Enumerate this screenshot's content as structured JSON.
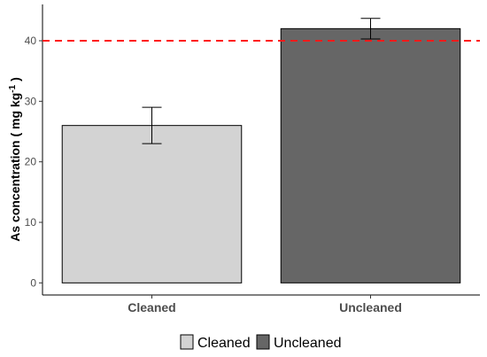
{
  "chart_data": {
    "type": "bar",
    "categories": [
      "Cleaned",
      "Uncleaned"
    ],
    "values": [
      26,
      42
    ],
    "error": [
      3,
      1.7
    ],
    "colors": [
      "#d3d3d3",
      "#666666"
    ],
    "reference_line": {
      "value": 40,
      "color": "#ff1a1a",
      "style": "dashed"
    },
    "title": "",
    "xlabel": "",
    "ylabel": {
      "prefix": "As concentration ( mg kg",
      "superscript": "-1",
      "suffix": " )"
    },
    "yticks": [
      0,
      10,
      20,
      30,
      40
    ],
    "ylim": [
      -2,
      46
    ],
    "grid": false,
    "legend": {
      "placement": "bottom",
      "entries": [
        "Cleaned",
        "Uncleaned"
      ]
    }
  }
}
